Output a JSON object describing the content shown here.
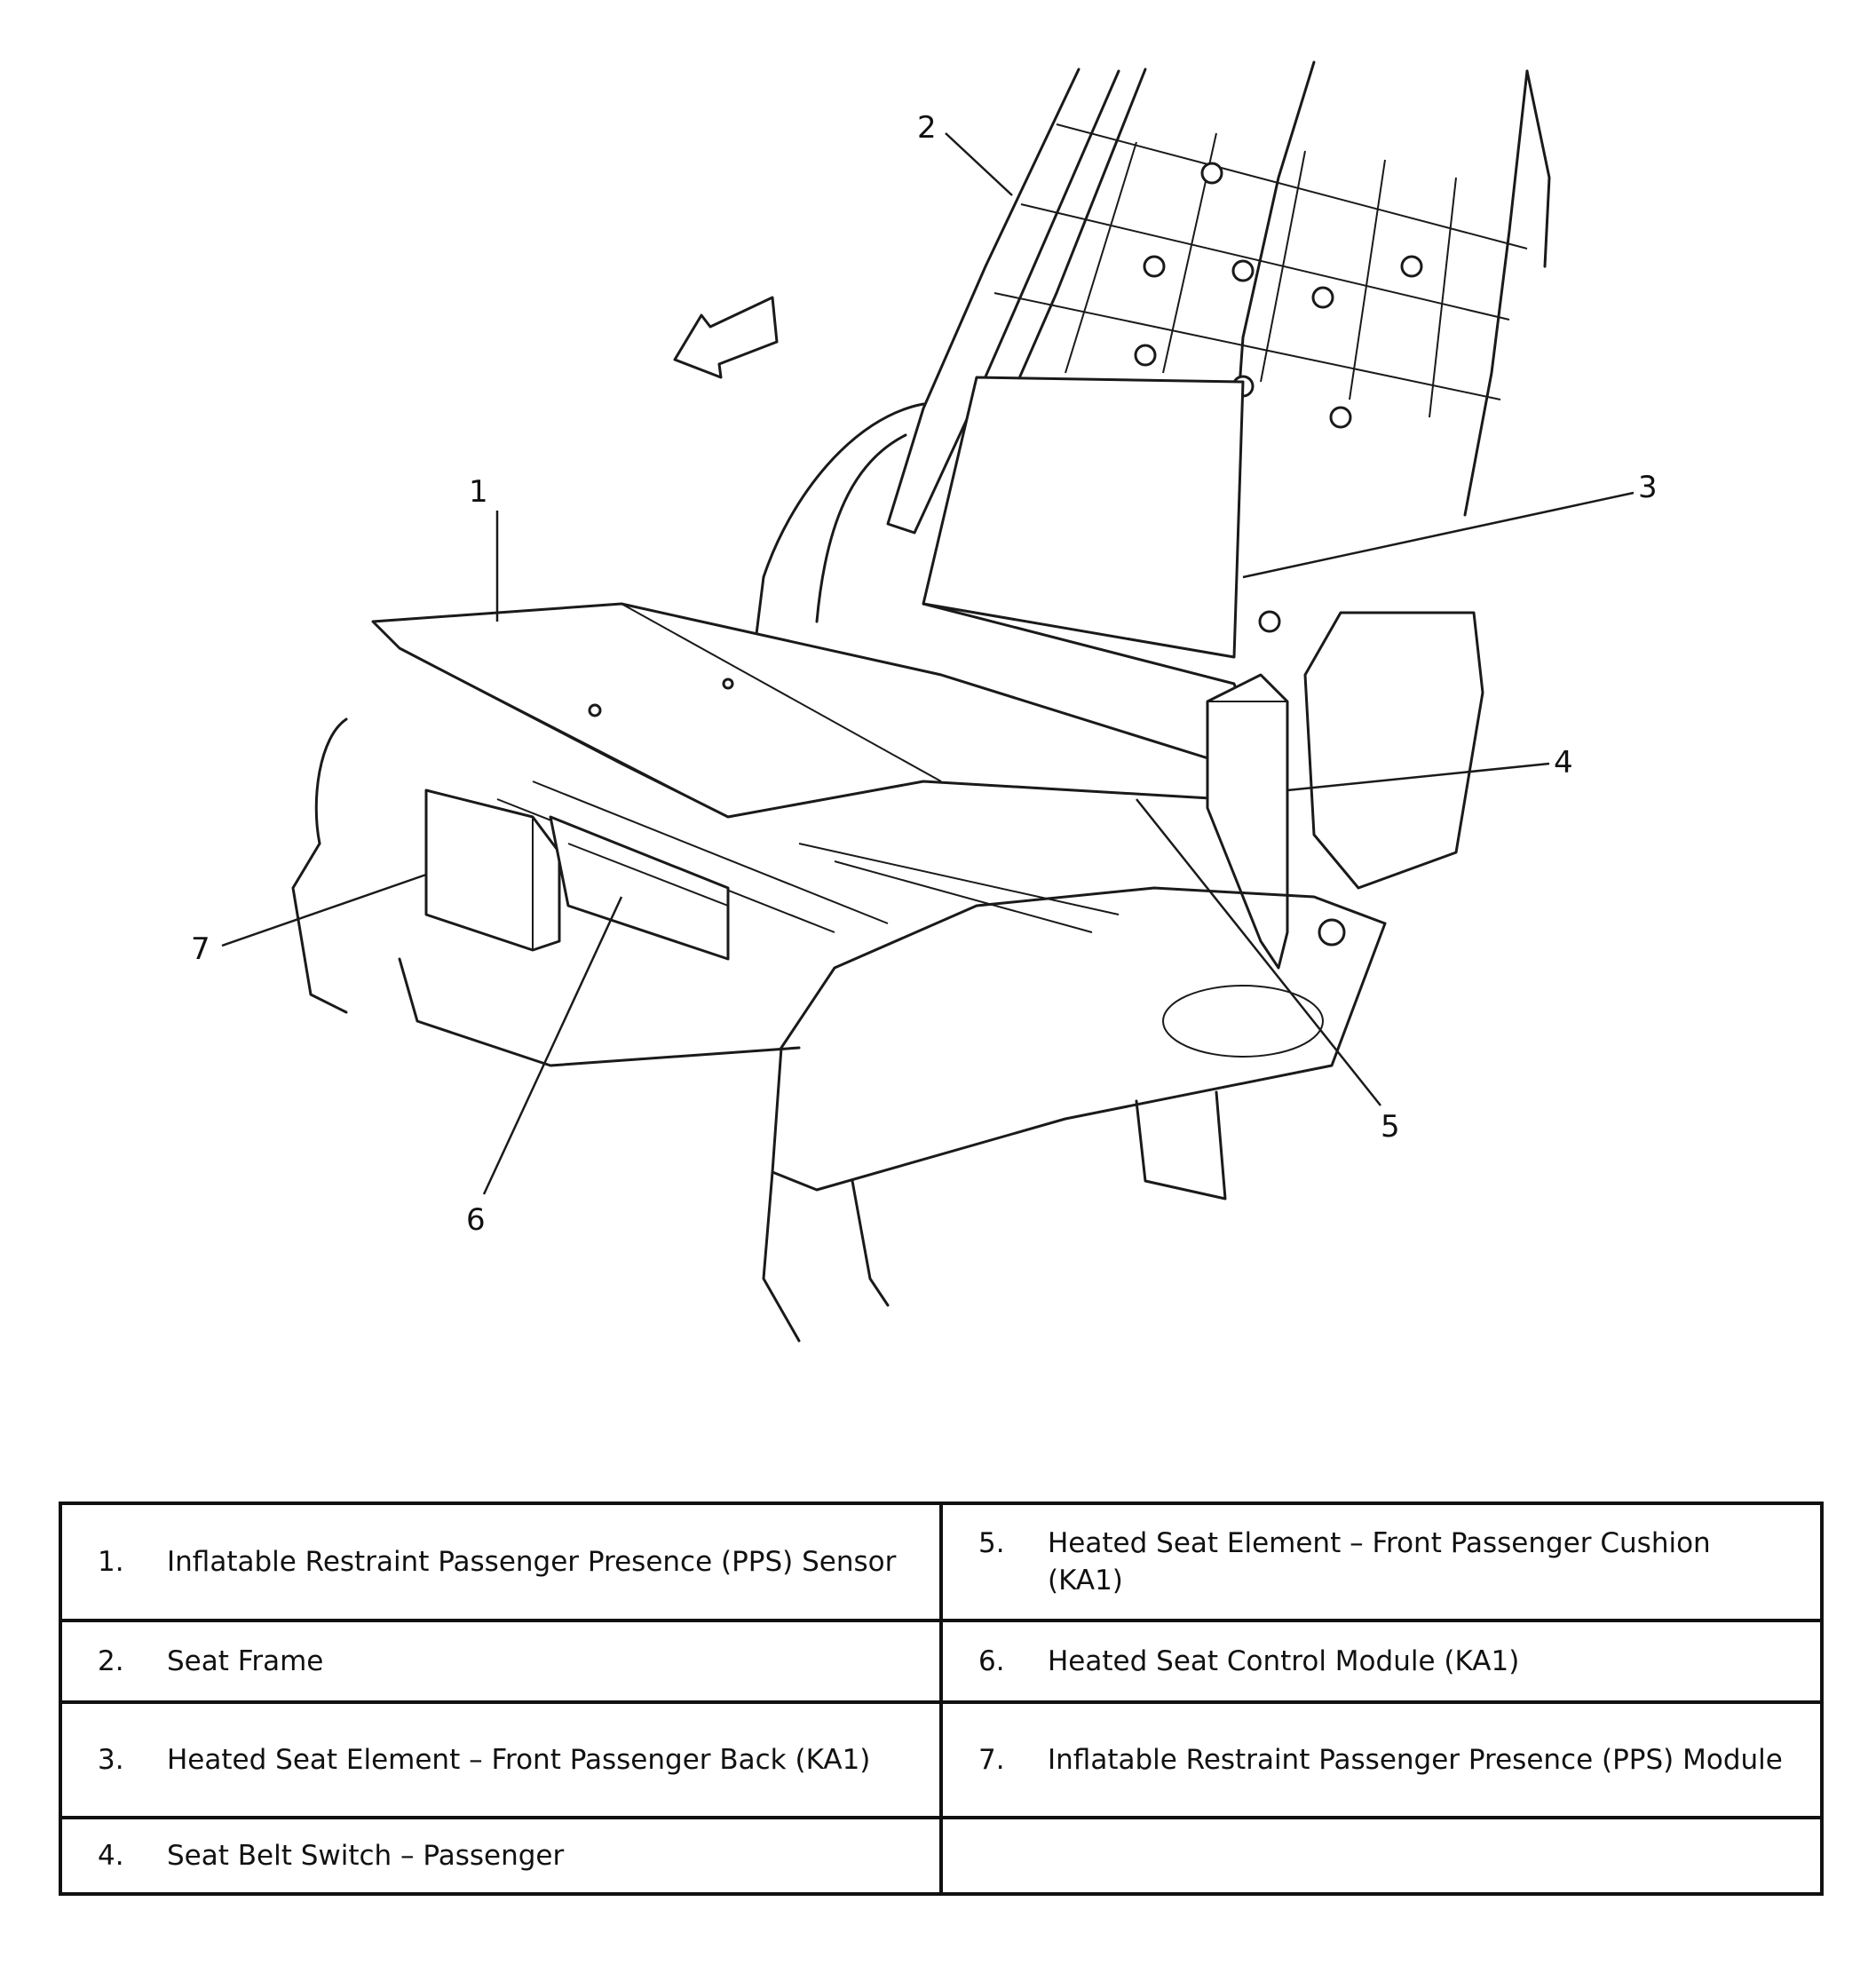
{
  "callouts": [
    "1",
    "2",
    "3",
    "4",
    "5",
    "6",
    "7"
  ],
  "legend": {
    "rows": [
      [
        {
          "num": "1.",
          "text": "Inflatable Restraint Passenger Presence (PPS) Sensor"
        },
        {
          "num": "5.",
          "text": "Heated Seat Element – Front Passenger Cushion (KA1)"
        }
      ],
      [
        {
          "num": "2.",
          "text": "Seat Frame"
        },
        {
          "num": "6.",
          "text": "Heated Seat Control Module (KA1)"
        }
      ],
      [
        {
          "num": "3.",
          "text": "Heated Seat Element – Front Passenger Back (KA1)"
        },
        {
          "num": "7.",
          "text": "Inflatable Restraint Passenger Presence (PPS) Module"
        }
      ],
      [
        {
          "num": "4.",
          "text": "Seat Belt Switch – Passenger"
        },
        {
          "num": "",
          "text": ""
        }
      ]
    ]
  }
}
